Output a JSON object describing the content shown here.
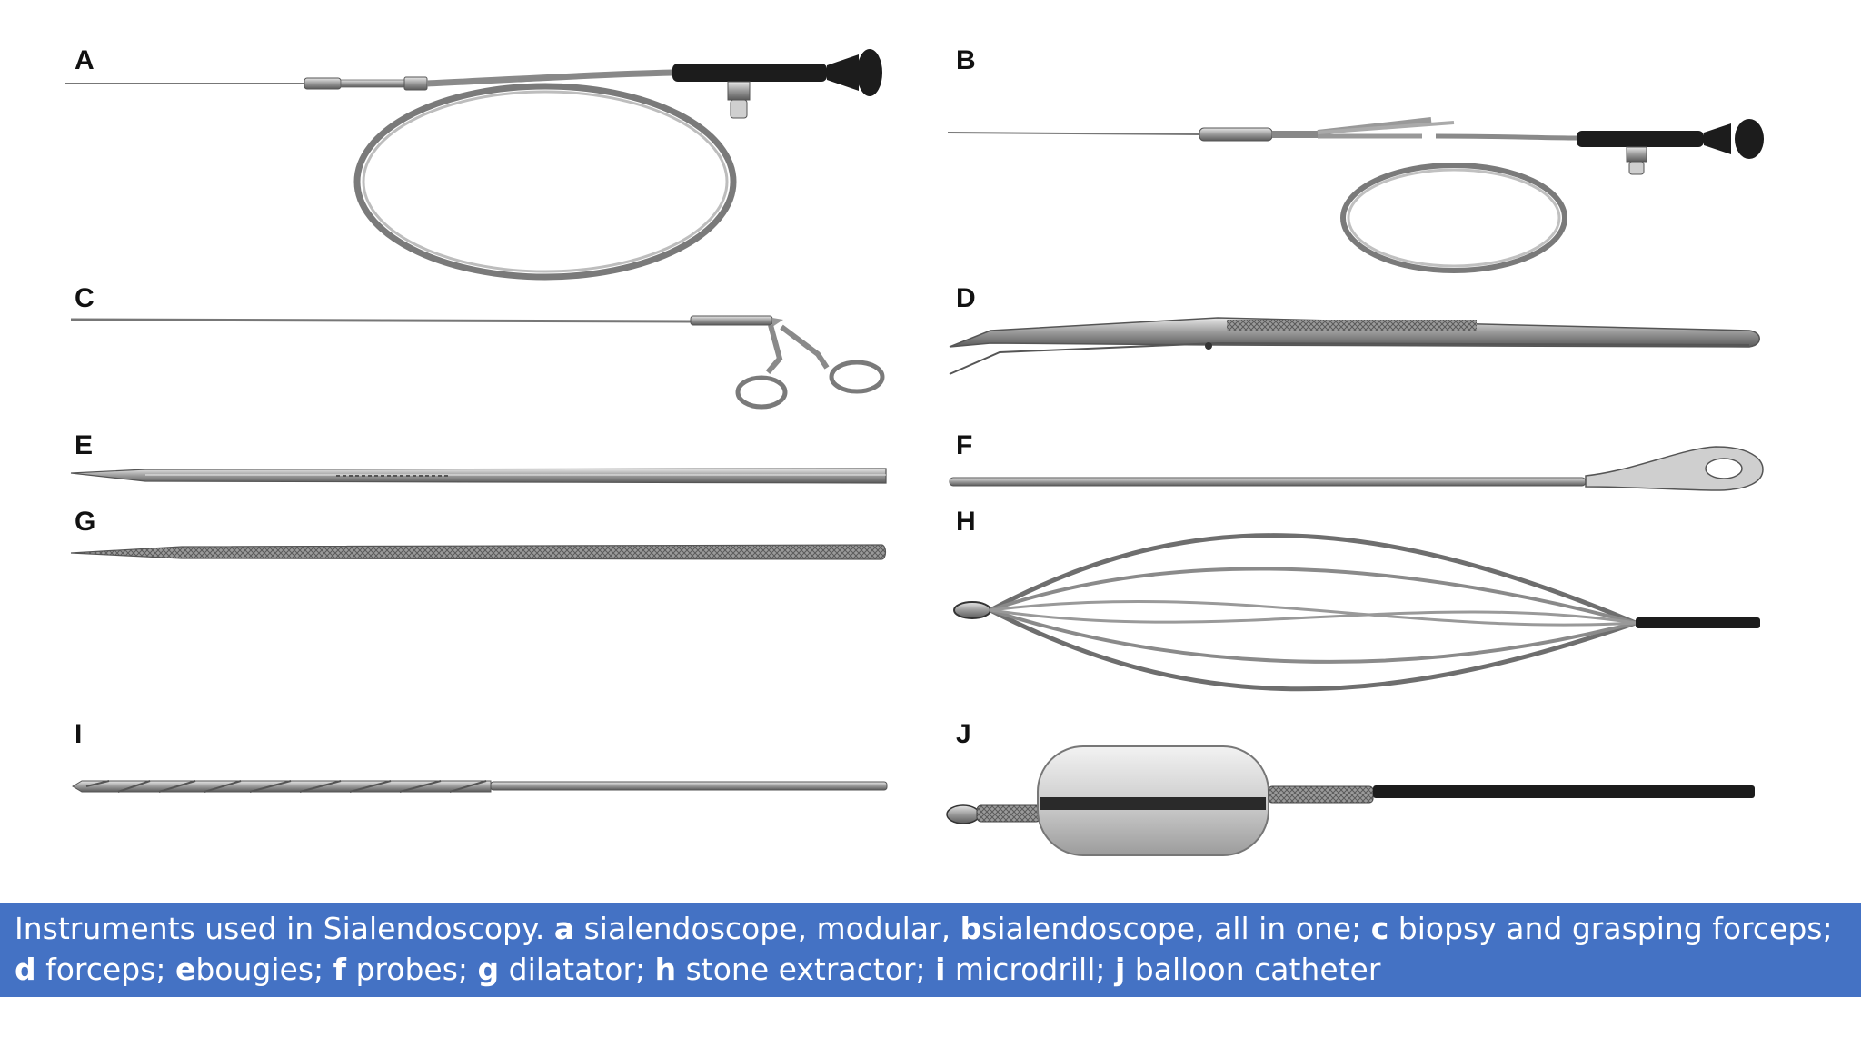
{
  "panels": [
    {
      "label": "A",
      "instrument": "sialendoscope, modular"
    },
    {
      "label": "B",
      "instrument": "sialendoscope, all in one"
    },
    {
      "label": "C",
      "instrument": "biopsy and grasping forceps"
    },
    {
      "label": "D",
      "instrument": "forceps"
    },
    {
      "label": "E",
      "instrument": "bougies"
    },
    {
      "label": "F",
      "instrument": "probes"
    },
    {
      "label": "G",
      "instrument": "dilatator"
    },
    {
      "label": "H",
      "instrument": "stone extractor"
    },
    {
      "label": "I",
      "instrument": "microdrill"
    },
    {
      "label": "J",
      "instrument": "balloon catheter"
    }
  ],
  "caption": {
    "intro": "Instruments used in Sialendoscopy. ",
    "items": [
      {
        "letter": "a",
        "text": " sialendoscope, modular, "
      },
      {
        "letter": "b",
        "text": "sialendoscope, all in one; "
      },
      {
        "letter": "c",
        "text": " biopsy and grasping forceps; "
      },
      {
        "letter": "d",
        "text": " forceps; "
      },
      {
        "letter": "e",
        "text": "bougies; "
      },
      {
        "letter": "f",
        "text": " probes; "
      },
      {
        "letter": "g",
        "text": " dilatator; "
      },
      {
        "letter": "h",
        "text": " stone extractor; "
      },
      {
        "letter": "i",
        "text": " microdrill; "
      },
      {
        "letter": "j",
        "text": " balloon catheter"
      }
    ]
  },
  "colors": {
    "caption_bg": "#4472c4",
    "caption_text": "#ffffff",
    "metal": "#b8b8b8",
    "metal_dark": "#6e6e6e",
    "handle": "#1c1c1c"
  }
}
